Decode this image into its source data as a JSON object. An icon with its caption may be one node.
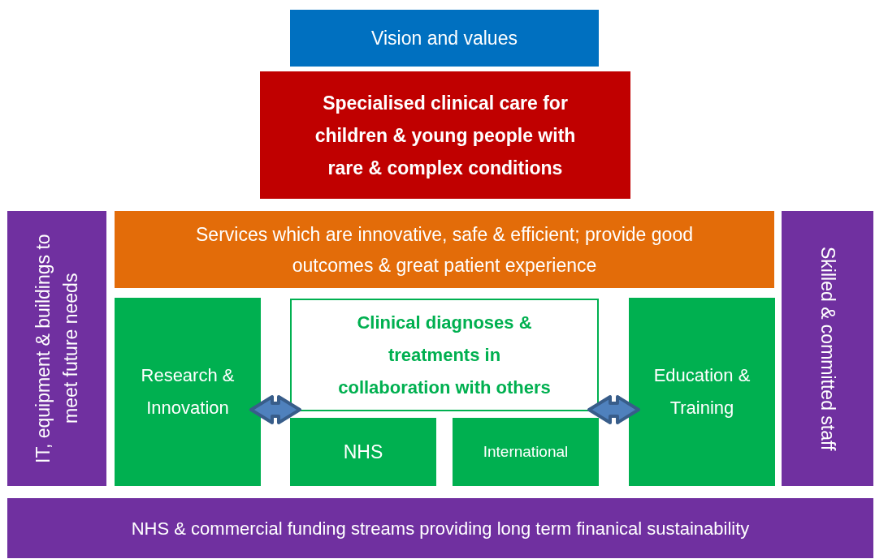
{
  "diagram": {
    "nodes": [
      {
        "text": [
          "Vision and values"
        ]
      },
      {
        "text": [
          "Specialised clinical care for children & young people with rare & complex conditions"
        ]
      },
      {
        "text": [
          "IT, equipment & buildings to meet future needs"
        ]
      },
      {
        "text": [
          "Services which are innovative, safe & efficient; provide good outcomes & great patient experience"
        ]
      },
      {
        "text": [
          "Skilled & committed staff"
        ]
      },
      {
        "text": [
          "Research & Innovation"
        ]
      },
      {
        "text": [
          "Clinical diagnoses & treatments in collaboration with others"
        ]
      },
      {
        "text": [
          "NHS"
        ]
      },
      {
        "text": [
          "International"
        ]
      },
      {
        "text": [
          "Education & Training"
        ]
      },
      {
        "text": [
          "NHS & commercial funding streams providing long term finanical sustainability"
        ]
      }
    ],
    "edges": [
      {
        "from": 5,
        "to": 6,
        "arrow": "both"
      },
      {
        "from": 6,
        "to": 9,
        "arrow": "both"
      }
    ]
  }
}
